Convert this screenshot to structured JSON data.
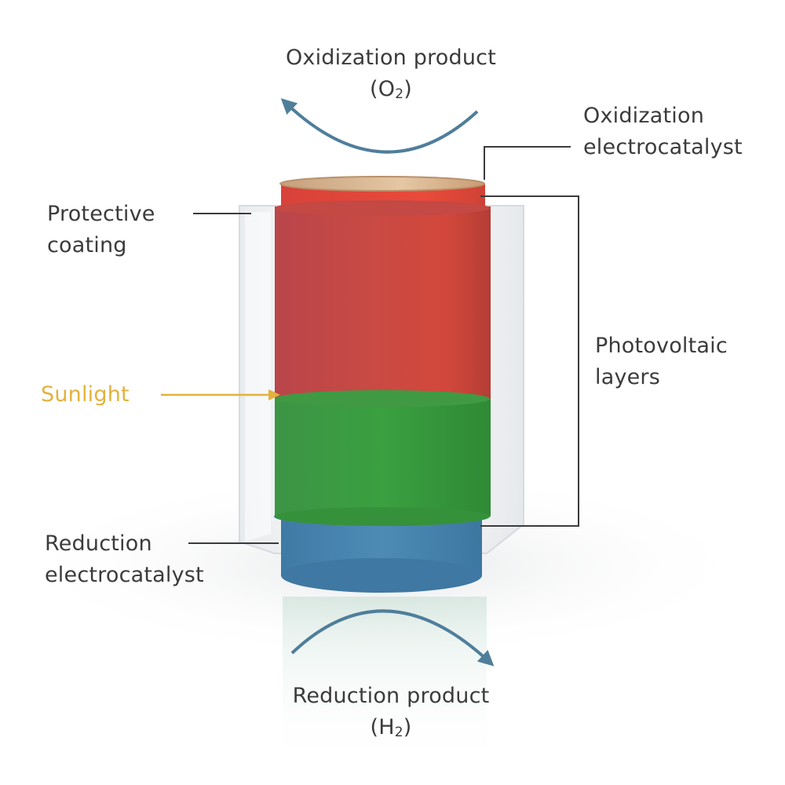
{
  "colors": {
    "text": "#3b3b3b",
    "sunlight": "#e3b23c",
    "arrow": "#4f7e9b",
    "top_layer": "#d8473b",
    "upper_photovoltaic": "#c44a44",
    "lower_photovoltaic": "#3a9a3c",
    "reduction_layer": "#4b86b0",
    "protective_coating": "#eef0f2",
    "oxidization_disc": "#d9b48c"
  },
  "labels": {
    "oxidization_product": {
      "line1": "Oxidization product",
      "formula_open": "(O",
      "formula_sub": "2",
      "formula_close": ")"
    },
    "oxidization_electrocatalyst": {
      "line1": "Oxidization",
      "line2": "electrocatalyst"
    },
    "protective_coating": {
      "line1": "Protective",
      "line2": "coating"
    },
    "photovoltaic_layers": {
      "line1": "Photovoltaic",
      "line2": "layers"
    },
    "sunlight": "Sunlight",
    "reduction_electrocatalyst": {
      "line1": "Reduction",
      "line2": "electrocatalyst"
    },
    "reduction_product": {
      "line1": "Reduction product",
      "formula_open": "(H",
      "formula_sub": "2",
      "formula_close": ")"
    }
  }
}
